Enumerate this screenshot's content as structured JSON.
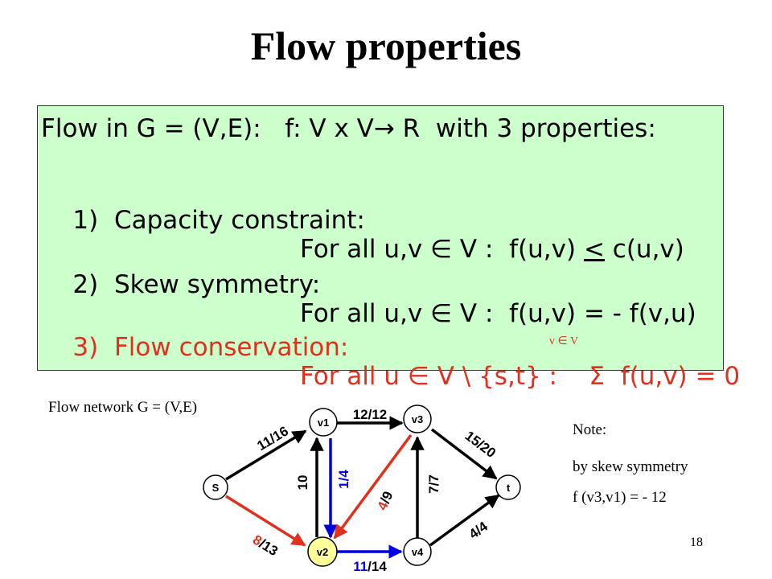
{
  "title": "Flow properties",
  "box": {
    "line1": "Flow in G = (V,E):   f: V x V→ R  with 3 properties:",
    "p1_label": "1)  Capacity constraint:",
    "p1_text": "For all u,v ∈ V :  f(u,v) ",
    "p1_le": "<",
    "p1_end": " c(u,v)",
    "p2_label": "2)  Skew symmetry:",
    "p2_text": "For all u,v ∈ V :  f(u,v) = - f(v,u)",
    "p3_label": "3)  Flow conservation:",
    "p3_text": "For all u ∈ V \\ {s,t} :    Σ  f(u,v) = 0",
    "p3_sub": "v ∈ V"
  },
  "caption": "Flow network G = (V,E)",
  "note": {
    "heading": "Note:",
    "line1": "by skew symmetry",
    "line2": "f (v3,v1) = - 12"
  },
  "page_number": "18",
  "graph": {
    "nodes": {
      "s": "S",
      "v1": "v1",
      "v2": "v2",
      "v3": "v3",
      "v4": "v4",
      "t": "t"
    },
    "edges": {
      "s_v1": "11/16",
      "v1_v3": "12/12",
      "v3_t": "15/20",
      "v2_v1_cap": "10",
      "v1_v2": "1/4",
      "v3_v2_flow": "4",
      "v3_v2_cap": "/9",
      "v4_v3": "7/7",
      "v4_t": "4/4",
      "s_v2_flow": "8",
      "s_v2_cap": "/13",
      "v2_v4_flow": "11",
      "v2_v4_cap": "/14"
    },
    "colors": {
      "black": "#000000",
      "red": "#e0301e",
      "blue": "#0000e0",
      "v2_fill": "#ffff99",
      "node_fill": "#ffffff",
      "box_fill": "#ccffcc"
    }
  }
}
